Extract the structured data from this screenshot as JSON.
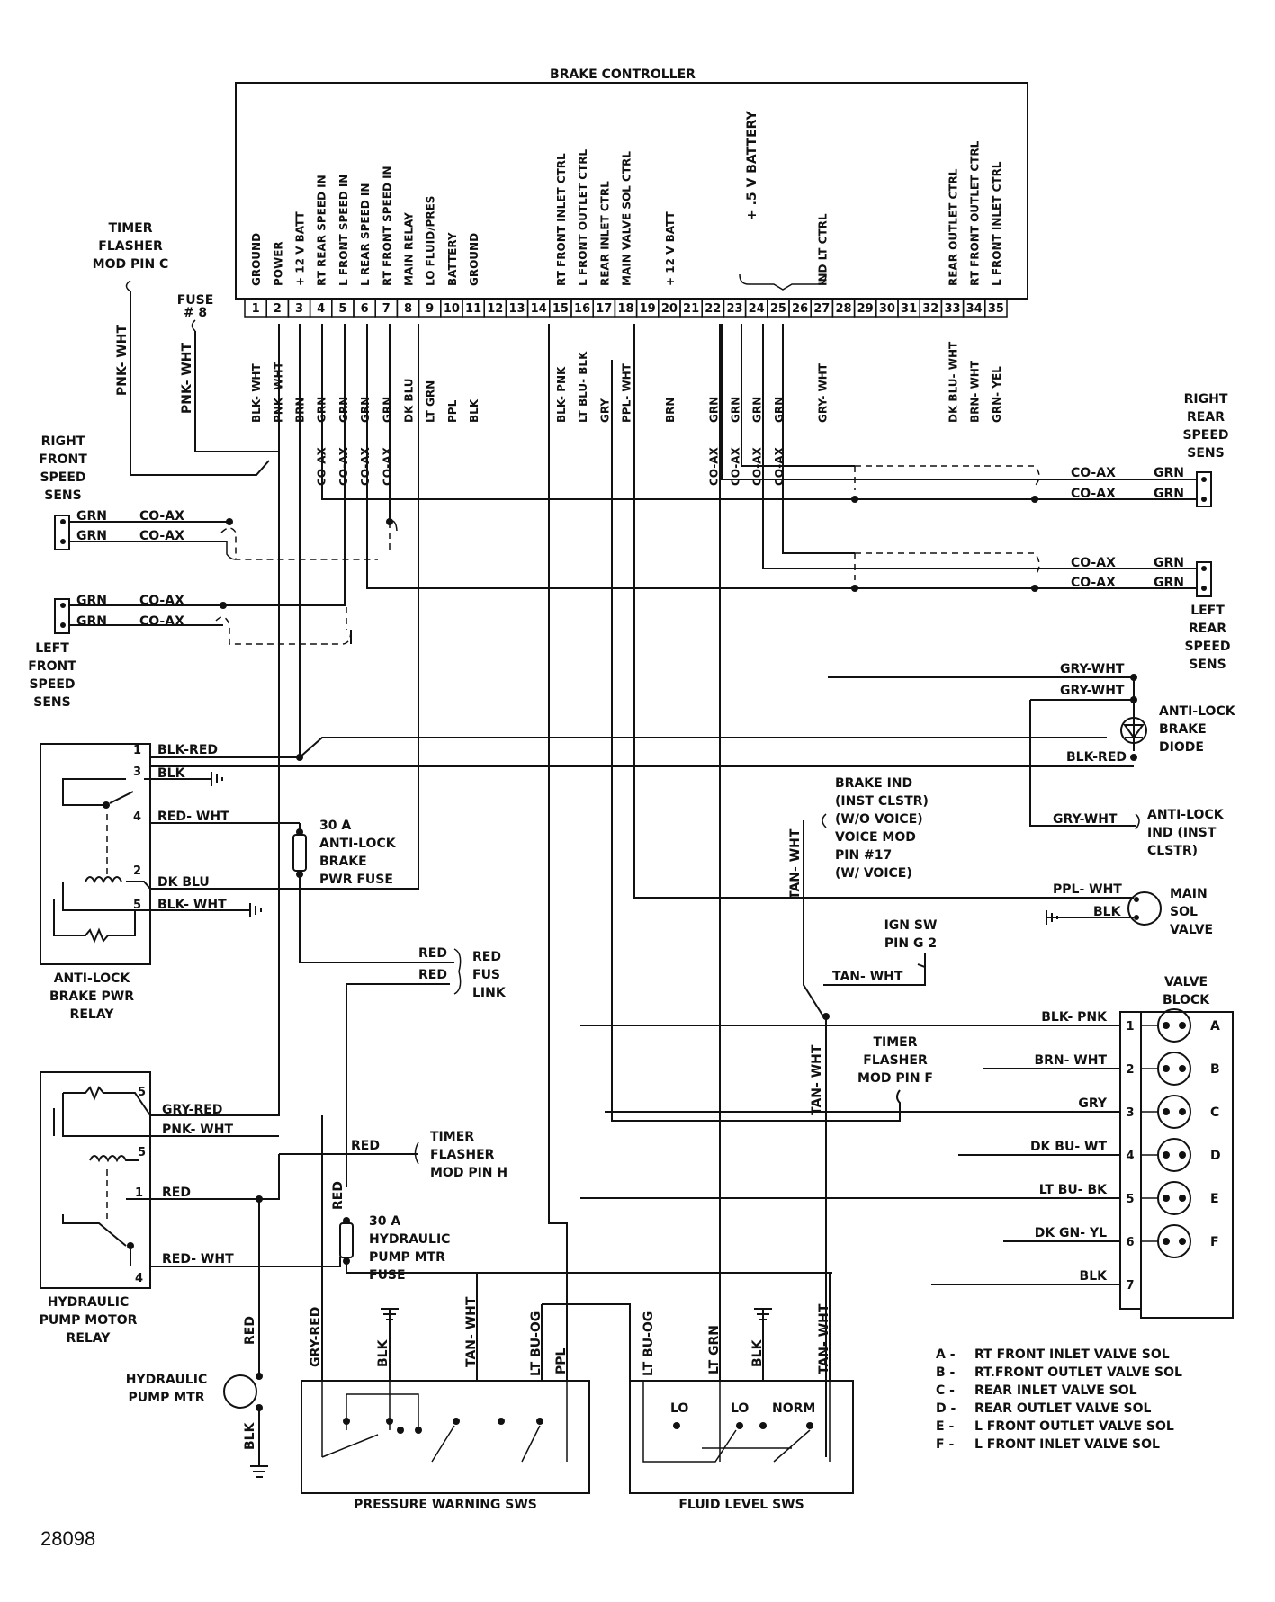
{
  "controller": {
    "title": "BRAKE CONTROLLER",
    "pins": [
      "GROUND",
      "POWER",
      "+ 12 V BATT",
      "RT REAR SPEED IN",
      "L FRONT SPEED IN",
      "L REAR SPEED IN",
      "RT FRONT SPEED IN",
      "MAIN RELAY",
      "LO FLUID/PRES",
      "BATTERY",
      "GROUND",
      "",
      "",
      "",
      "RT FRONT INLET CTRL",
      "L FRONT OUTLET CTRL",
      "REAR INLET CTRL",
      "MAIN VALVE SOL CTRL",
      "",
      "+ 12 V BATT",
      "",
      "",
      "",
      "",
      "",
      "",
      "IND LT CTRL",
      "",
      "",
      "",
      "",
      "",
      "REAR OUTLET CTRL",
      "RT FRONT OUTLET CTRL",
      "L FRONT INLET CTRL"
    ],
    "battery_group": "+ .5 V BATTERY",
    "wires": [
      "BLK- WHT",
      "PNK- WHT",
      "BRN",
      "GRN",
      "GRN",
      "GRN",
      "GRN",
      "DK BLU",
      "LT GRN",
      "PPL",
      "BLK",
      "",
      "",
      "",
      "BLK- PNK",
      "LT BLU- BLK",
      "GRY",
      "PPL- WHT",
      "",
      "BRN",
      "",
      "GRN",
      "GRN",
      "GRN",
      "GRN",
      "",
      "GRY- WHT",
      "",
      "",
      "",
      "",
      "",
      "DK BLU- WHT",
      "BRN- WHT",
      "GRN- YEL"
    ]
  },
  "labels": {
    "timer_flasher_c": [
      "TIMER",
      "FLASHER",
      "MOD PIN C"
    ],
    "fuse8": [
      "FUSE",
      "# 8"
    ],
    "pnk_wht": "PNK- WHT",
    "coax": "CO-AX",
    "grn": "GRN",
    "rf_sens": [
      "RIGHT",
      "FRONT",
      "SPEED",
      "SENS"
    ],
    "lf_sens": [
      "LEFT",
      "FRONT",
      "SPEED",
      "SENS"
    ],
    "rr_sens": [
      "RIGHT",
      "REAR",
      "SPEED",
      "SENS"
    ],
    "lr_sens": [
      "LEFT",
      "REAR",
      "SPEED",
      "SENS"
    ],
    "gry_wht": "GRY-WHT",
    "blk_red": "BLK-RED",
    "blk": "BLK",
    "red_wht": "RED- WHT",
    "dk_blu": "DK BLU",
    "blk_wht": "BLK- WHT",
    "alb_diode": [
      "ANTI-LOCK",
      "BRAKE",
      "DIODE"
    ],
    "fuse30_alb": [
      "30 A",
      "ANTI-LOCK",
      "BRAKE",
      "PWR FUSE"
    ],
    "brake_ind": [
      "BRAKE IND",
      "(INST CLSTR)",
      "(W/O VOICE)",
      "VOICE MOD",
      "PIN #17",
      "(W/ VOICE)"
    ],
    "tan_wht": "TAN- WHT",
    "alb_ind": [
      "ANTI-LOCK",
      "IND (INST",
      "CLSTR)"
    ],
    "ppl_wht": "PPL- WHT",
    "main_sol": [
      "MAIN",
      "SOL",
      "VALVE"
    ],
    "ign_sw": [
      "IGN SW",
      "PIN G 2"
    ],
    "alb_relay": [
      "ANTI-LOCK",
      "BRAKE PWR",
      "RELAY"
    ],
    "red": "RED",
    "red_fus": [
      "RED",
      "FUS",
      "LINK"
    ],
    "valve_block": [
      "VALVE",
      "BLOCK"
    ],
    "timer_flasher_f": [
      "TIMER",
      "FLASHER",
      "MOD PIN F"
    ],
    "timer_flasher_h": [
      "TIMER",
      "FLASHER",
      "MOD PIN H"
    ],
    "gry_red": "GRY-RED",
    "fuse30_hyd": [
      "30 A",
      "HYDRAULIC",
      "PUMP MTR",
      "FUSE"
    ],
    "hyd_relay": [
      "HYDRAULIC",
      "PUMP MOTOR",
      "RELAY"
    ],
    "hyd_mtr": [
      "HYDRAULIC",
      "PUMP MTR"
    ],
    "pressure_sws": "PRESSURE WARNING SWS",
    "fluid_sws": "FLUID LEVEL SWS",
    "lo": "LO",
    "norm": "NORM",
    "lt_bu_og": "LT BU-OG",
    "ppl": "PPL",
    "lt_grn": "LT GRN",
    "figure_id": "28098"
  },
  "valve_wires": [
    "BLK- PNK",
    "BRN- WHT",
    "GRY",
    "DK BU- WT",
    "LT BU- BK",
    "DK GN- YL",
    "BLK"
  ],
  "valve_pins": [
    "1",
    "2",
    "3",
    "4",
    "5",
    "6",
    "7"
  ],
  "valve_letters": [
    "A",
    "B",
    "C",
    "D",
    "E",
    "F"
  ],
  "legend": [
    {
      "key": "A",
      "text": "RT FRONT INLET VALVE SOL"
    },
    {
      "key": "B",
      "text": "RT.FRONT OUTLET VALVE SOL"
    },
    {
      "key": "C",
      "text": "REAR INLET VALVE SOL"
    },
    {
      "key": "D",
      "text": "REAR OUTLET VALVE SOL"
    },
    {
      "key": "E",
      "text": "L FRONT OUTLET VALVE SOL"
    },
    {
      "key": "F",
      "text": "L FRONT INLET VALVE SOL"
    }
  ],
  "relay_pins": [
    "1",
    "3",
    "4",
    "2",
    "5"
  ],
  "hyd_pins": [
    "5",
    "5",
    "1",
    "4"
  ]
}
